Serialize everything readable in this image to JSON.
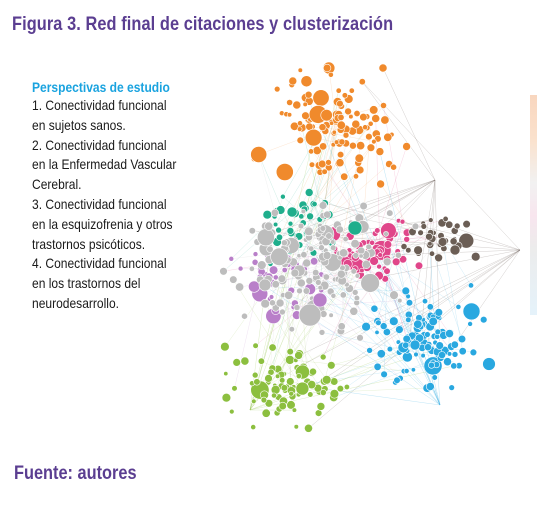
{
  "figure": {
    "title": "Figura 3. Red final de citaciones y clusterización",
    "source": "Fuente: autores"
  },
  "legend": {
    "heading": "Perspectivas de estudio",
    "lines": [
      "1. Conectividad funcional",
      "en sujetos sanos.",
      "2. Conectividad funcional",
      "en la Enfermedad Vascular",
      "Cerebral.",
      "3. Conectividad funcional",
      "en la esquizofrenia y otros",
      "trastornos psicóticos.",
      "4. Conectividad funcional",
      "en los trastornos del",
      "neurodesarrollo."
    ]
  },
  "network": {
    "clusters": [
      {
        "color": "#f08a2c"
      },
      {
        "color": "#29a8e0"
      },
      {
        "color": "#8cbf3f"
      },
      {
        "color": "#e0468a"
      },
      {
        "color": "#b97fc9"
      },
      {
        "color": "#1fae8c"
      },
      {
        "color": "#6b5e55"
      },
      {
        "color": "#bdbdbd"
      }
    ]
  }
}
